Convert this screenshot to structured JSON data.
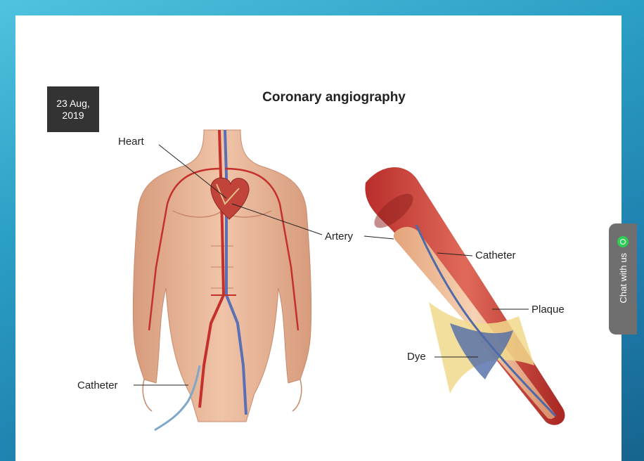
{
  "date": {
    "line1": "23 Aug,",
    "line2": "2019"
  },
  "diagram": {
    "title": "Coronary angiography",
    "labels": {
      "heart": "Heart",
      "artery": "Artery",
      "catheter_body": "Catheter",
      "catheter_vessel": "Catheter",
      "plaque": "Plaque",
      "dye": "Dye"
    }
  },
  "chat": {
    "label": "Chat with us",
    "icon": "whatsapp-icon"
  },
  "colors": {
    "frame": "#2a9fc4",
    "skin": "#e9b89a",
    "artery": "#c4302b",
    "vein": "#5a6fb4",
    "plaque": "#f1d98c",
    "dye": "#4f6aa8"
  }
}
